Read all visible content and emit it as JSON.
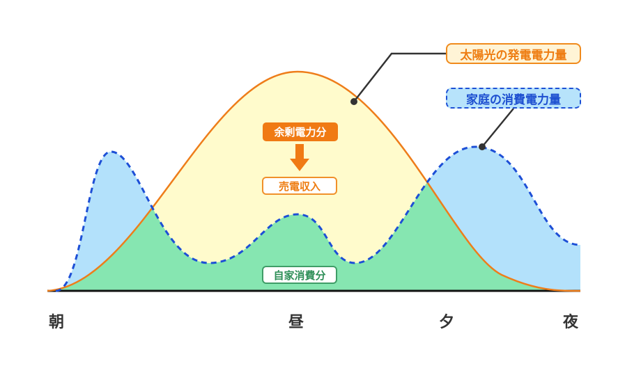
{
  "labels": {
    "solar_generation": "太陽光の発電電力量",
    "home_consumption": "家庭の消費電力量",
    "surplus_power": "余剰電力分",
    "sales_income": "売電収入",
    "self_consumption": "自家消費分"
  },
  "axis": {
    "ticks": [
      "朝",
      "昼",
      "夕",
      "夜"
    ]
  },
  "colors": {
    "solar_line": "#ee7d1a",
    "solar_fill": "#fffbcc",
    "home_line": "#1d4fd6",
    "home_fill": "#b3e1fb",
    "self_fill": "#86e6b1",
    "surplus_badge": "#f07a14",
    "axis": "#111111"
  },
  "chart_data": {
    "type": "area",
    "title": "",
    "xlabel": "",
    "ylabel": "",
    "categories": [
      "朝",
      "昼",
      "夕",
      "夜"
    ],
    "series": [
      {
        "name": "太陽光の発電電力量",
        "style": "solid",
        "shape": "single bell peaking at 昼",
        "values_relative": [
          0,
          1.0,
          0.35,
          0
        ]
      },
      {
        "name": "家庭の消費電力量",
        "style": "dashed",
        "shape": "peaks in morning, small peak at noon, large peak in evening",
        "values_relative": [
          0.0,
          0.35,
          0.65,
          0.2
        ]
      }
    ],
    "annotations": [
      "余剰電力分",
      "売電収入",
      "自家消費分"
    ],
    "grid": false
  }
}
